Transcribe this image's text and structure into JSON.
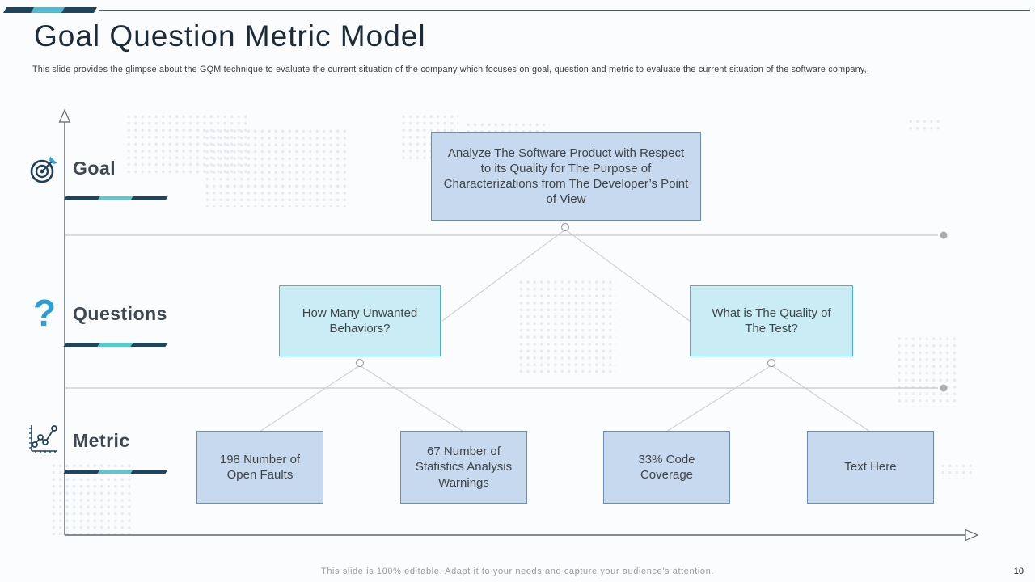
{
  "slide": {
    "title": "Goal Question Metric Model",
    "subtitle": "This slide provides the glimpse about the GQM technique to evaluate the current situation of the company which focuses on goal, question and metric to evaluate the current situation of the software company,.",
    "footer": "This slide is 100% editable. Adapt it to your needs and capture your audience's attention.",
    "page_number": "10"
  },
  "colors": {
    "navy": "#1d4560",
    "cyan_accent": "#49bcd4",
    "blue_box_fill": "#c7d9ee",
    "blue_box_border": "#6b8cb8",
    "cyan_box_fill": "#c9ecf5",
    "cyan_box_border": "#44b4c8",
    "connector_gray": "#cfd1d3",
    "axis_gray": "#5d666d"
  },
  "rows": [
    {
      "id": "goal",
      "label": "Goal",
      "icon": "target-icon"
    },
    {
      "id": "questions",
      "label": "Questions",
      "icon": "question-mark-icon"
    },
    {
      "id": "metric",
      "label": "Metric",
      "icon": "line-chart-icon"
    }
  ],
  "goal_box": {
    "text": "Analyze The Software Product with Respect to its Quality for The Purpose of Characterizations from The Developer’s Point of View"
  },
  "question_boxes": [
    {
      "text": "How Many Unwanted Behaviors?"
    },
    {
      "text": "What is The Quality of The Test?"
    }
  ],
  "metric_boxes": [
    {
      "text": "198 Number of Open Faults"
    },
    {
      "text": "67 Number of Statistics Analysis Warnings"
    },
    {
      "text": "33% Code Coverage"
    },
    {
      "text": "Text Here"
    }
  ]
}
